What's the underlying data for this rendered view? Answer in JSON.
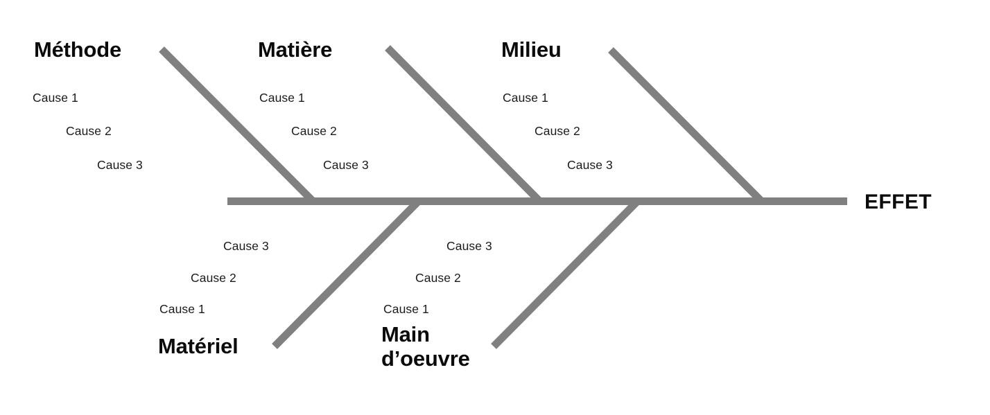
{
  "diagram": {
    "type": "ishikawa-fishbone",
    "language": "fr",
    "effect": {
      "label": "EFFET"
    },
    "colors": {
      "bone": "#808080",
      "text": "#111111",
      "background": "#ffffff"
    },
    "upper_branches": [
      {
        "id": "methode",
        "title": "Méthode",
        "causes": [
          "Cause 1",
          "Cause 2",
          "Cause 3"
        ]
      },
      {
        "id": "matiere",
        "title": "Matière",
        "causes": [
          "Cause 1",
          "Cause 2",
          "Cause 3"
        ]
      },
      {
        "id": "milieu",
        "title": "Milieu",
        "causes": [
          "Cause 1",
          "Cause 2",
          "Cause 3"
        ]
      }
    ],
    "lower_branches": [
      {
        "id": "materiel",
        "title": "Matériel",
        "title_line1": "Matériel",
        "title_line2": "",
        "causes": [
          "Cause 3",
          "Cause 2",
          "Cause 1"
        ]
      },
      {
        "id": "main-doeuvre",
        "title": "Main d’oeuvre",
        "title_line1": "Main",
        "title_line2": "d’oeuvre",
        "causes": [
          "Cause 3",
          "Cause 2",
          "Cause 1"
        ]
      }
    ]
  }
}
